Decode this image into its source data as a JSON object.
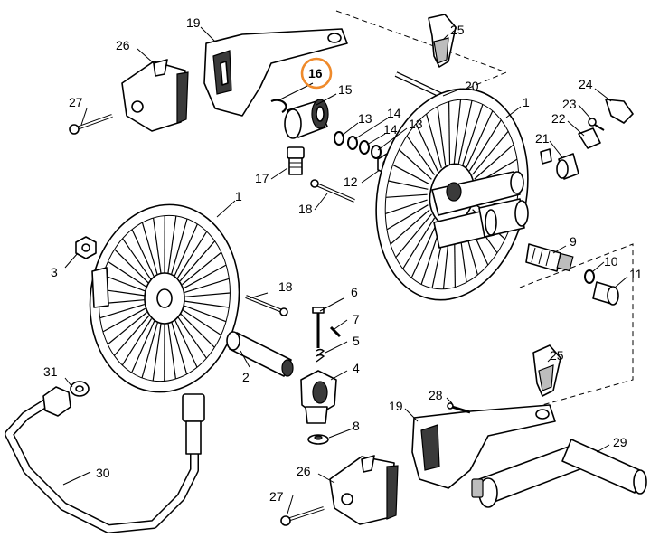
{
  "highlight_color": "#ef8a2b",
  "callouts": {
    "c1a": "1",
    "c1b": "1",
    "c2": "2",
    "c3": "3",
    "c4": "4",
    "c5": "5",
    "c6": "6",
    "c7": "7",
    "c8": "8",
    "c9": "9",
    "c10": "10",
    "c11": "11",
    "c12": "12",
    "c13a": "13",
    "c13b": "13",
    "c14a": "14",
    "c14b": "14",
    "c15": "15",
    "c16": "16",
    "c17": "17",
    "c18a": "18",
    "c18b": "18",
    "c19a": "19",
    "c19b": "19",
    "c20": "20",
    "c21": "21",
    "c22": "22",
    "c23": "23",
    "c24": "24",
    "c25a": "25",
    "c25b": "25",
    "c26a": "26",
    "c26b": "26",
    "c27a": "27",
    "c27b": "27",
    "c28": "28",
    "c29": "29",
    "c30": "30",
    "c31": "31"
  }
}
